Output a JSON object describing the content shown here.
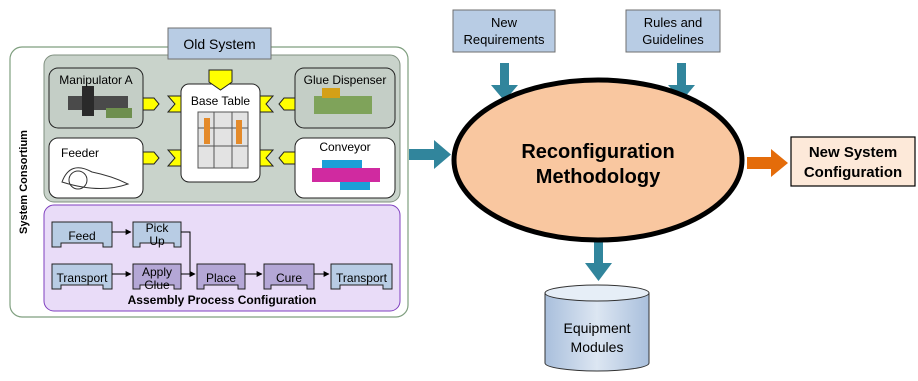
{
  "old_system": {
    "label": "Old System"
  },
  "consortium": {
    "label": "System Consortium"
  },
  "modules": {
    "manipulator": "Manipulator A",
    "base_table": "Base Table",
    "glue_dispenser": "Glue Dispenser",
    "feeder": "Feeder",
    "conveyor": "Conveyor"
  },
  "process": {
    "title": "Assembly Process Configuration",
    "feed": "Feed",
    "pick_up": [
      "Pick",
      "Up"
    ],
    "transport_1": "Transport",
    "apply_glue": [
      "Apply",
      "Glue"
    ],
    "place": "Place",
    "cure": "Cure",
    "transport_2": "Transport"
  },
  "inputs": {
    "new_requirements": [
      "New",
      "Requirements"
    ],
    "rules": [
      "Rules and",
      "Guidelines"
    ]
  },
  "methodology": [
    "Reconfiguration",
    "Methodology"
  ],
  "output": [
    "New System",
    "Configuration"
  ],
  "equipment": [
    "Equipment",
    "Modules"
  ],
  "colors": {
    "module_panel": "#c9d3cb",
    "process_panel": "#e9dcf8",
    "input_box": "#b8cce4",
    "methodology_fill": "#f9c7a0",
    "output_fill": "#fde9d9",
    "arrow_teal": "#31859c",
    "arrow_orange": "#e46c0a",
    "connector_yellow": "#ffff00",
    "process_step_grey": "#b8cce4",
    "process_step_purple": "#b4a7d6"
  }
}
